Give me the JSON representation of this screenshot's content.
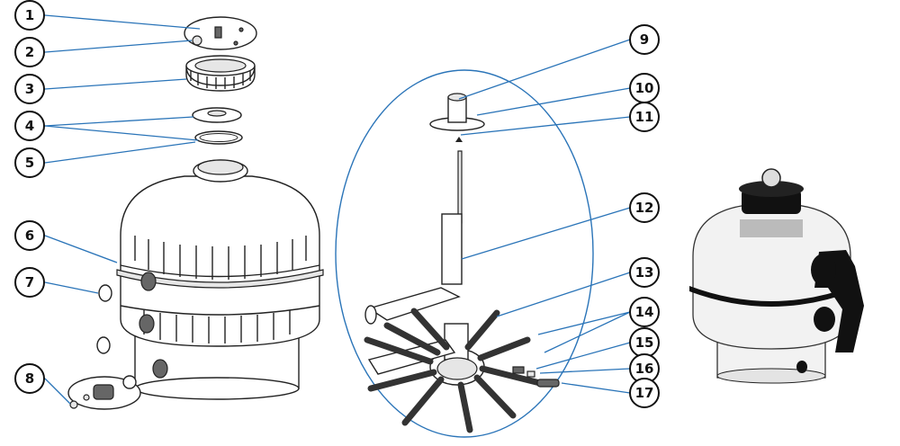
{
  "callouts": [
    {
      "num": "1"
    },
    {
      "num": "2"
    },
    {
      "num": "3"
    },
    {
      "num": "4"
    },
    {
      "num": "5"
    },
    {
      "num": "6"
    },
    {
      "num": "7"
    },
    {
      "num": "8"
    },
    {
      "num": "9"
    },
    {
      "num": "10"
    },
    {
      "num": "11"
    },
    {
      "num": "12"
    },
    {
      "num": "13"
    },
    {
      "num": "14"
    },
    {
      "num": "15"
    },
    {
      "num": "16"
    },
    {
      "num": "17"
    }
  ],
  "colors": {
    "leader": "#2a74b8",
    "outline": "#222222",
    "tank_body": "#f2f2f2",
    "valve": "#1a1a1a"
  },
  "icons": {
    "pressure_gauge": "pressure-gauge-icon"
  }
}
